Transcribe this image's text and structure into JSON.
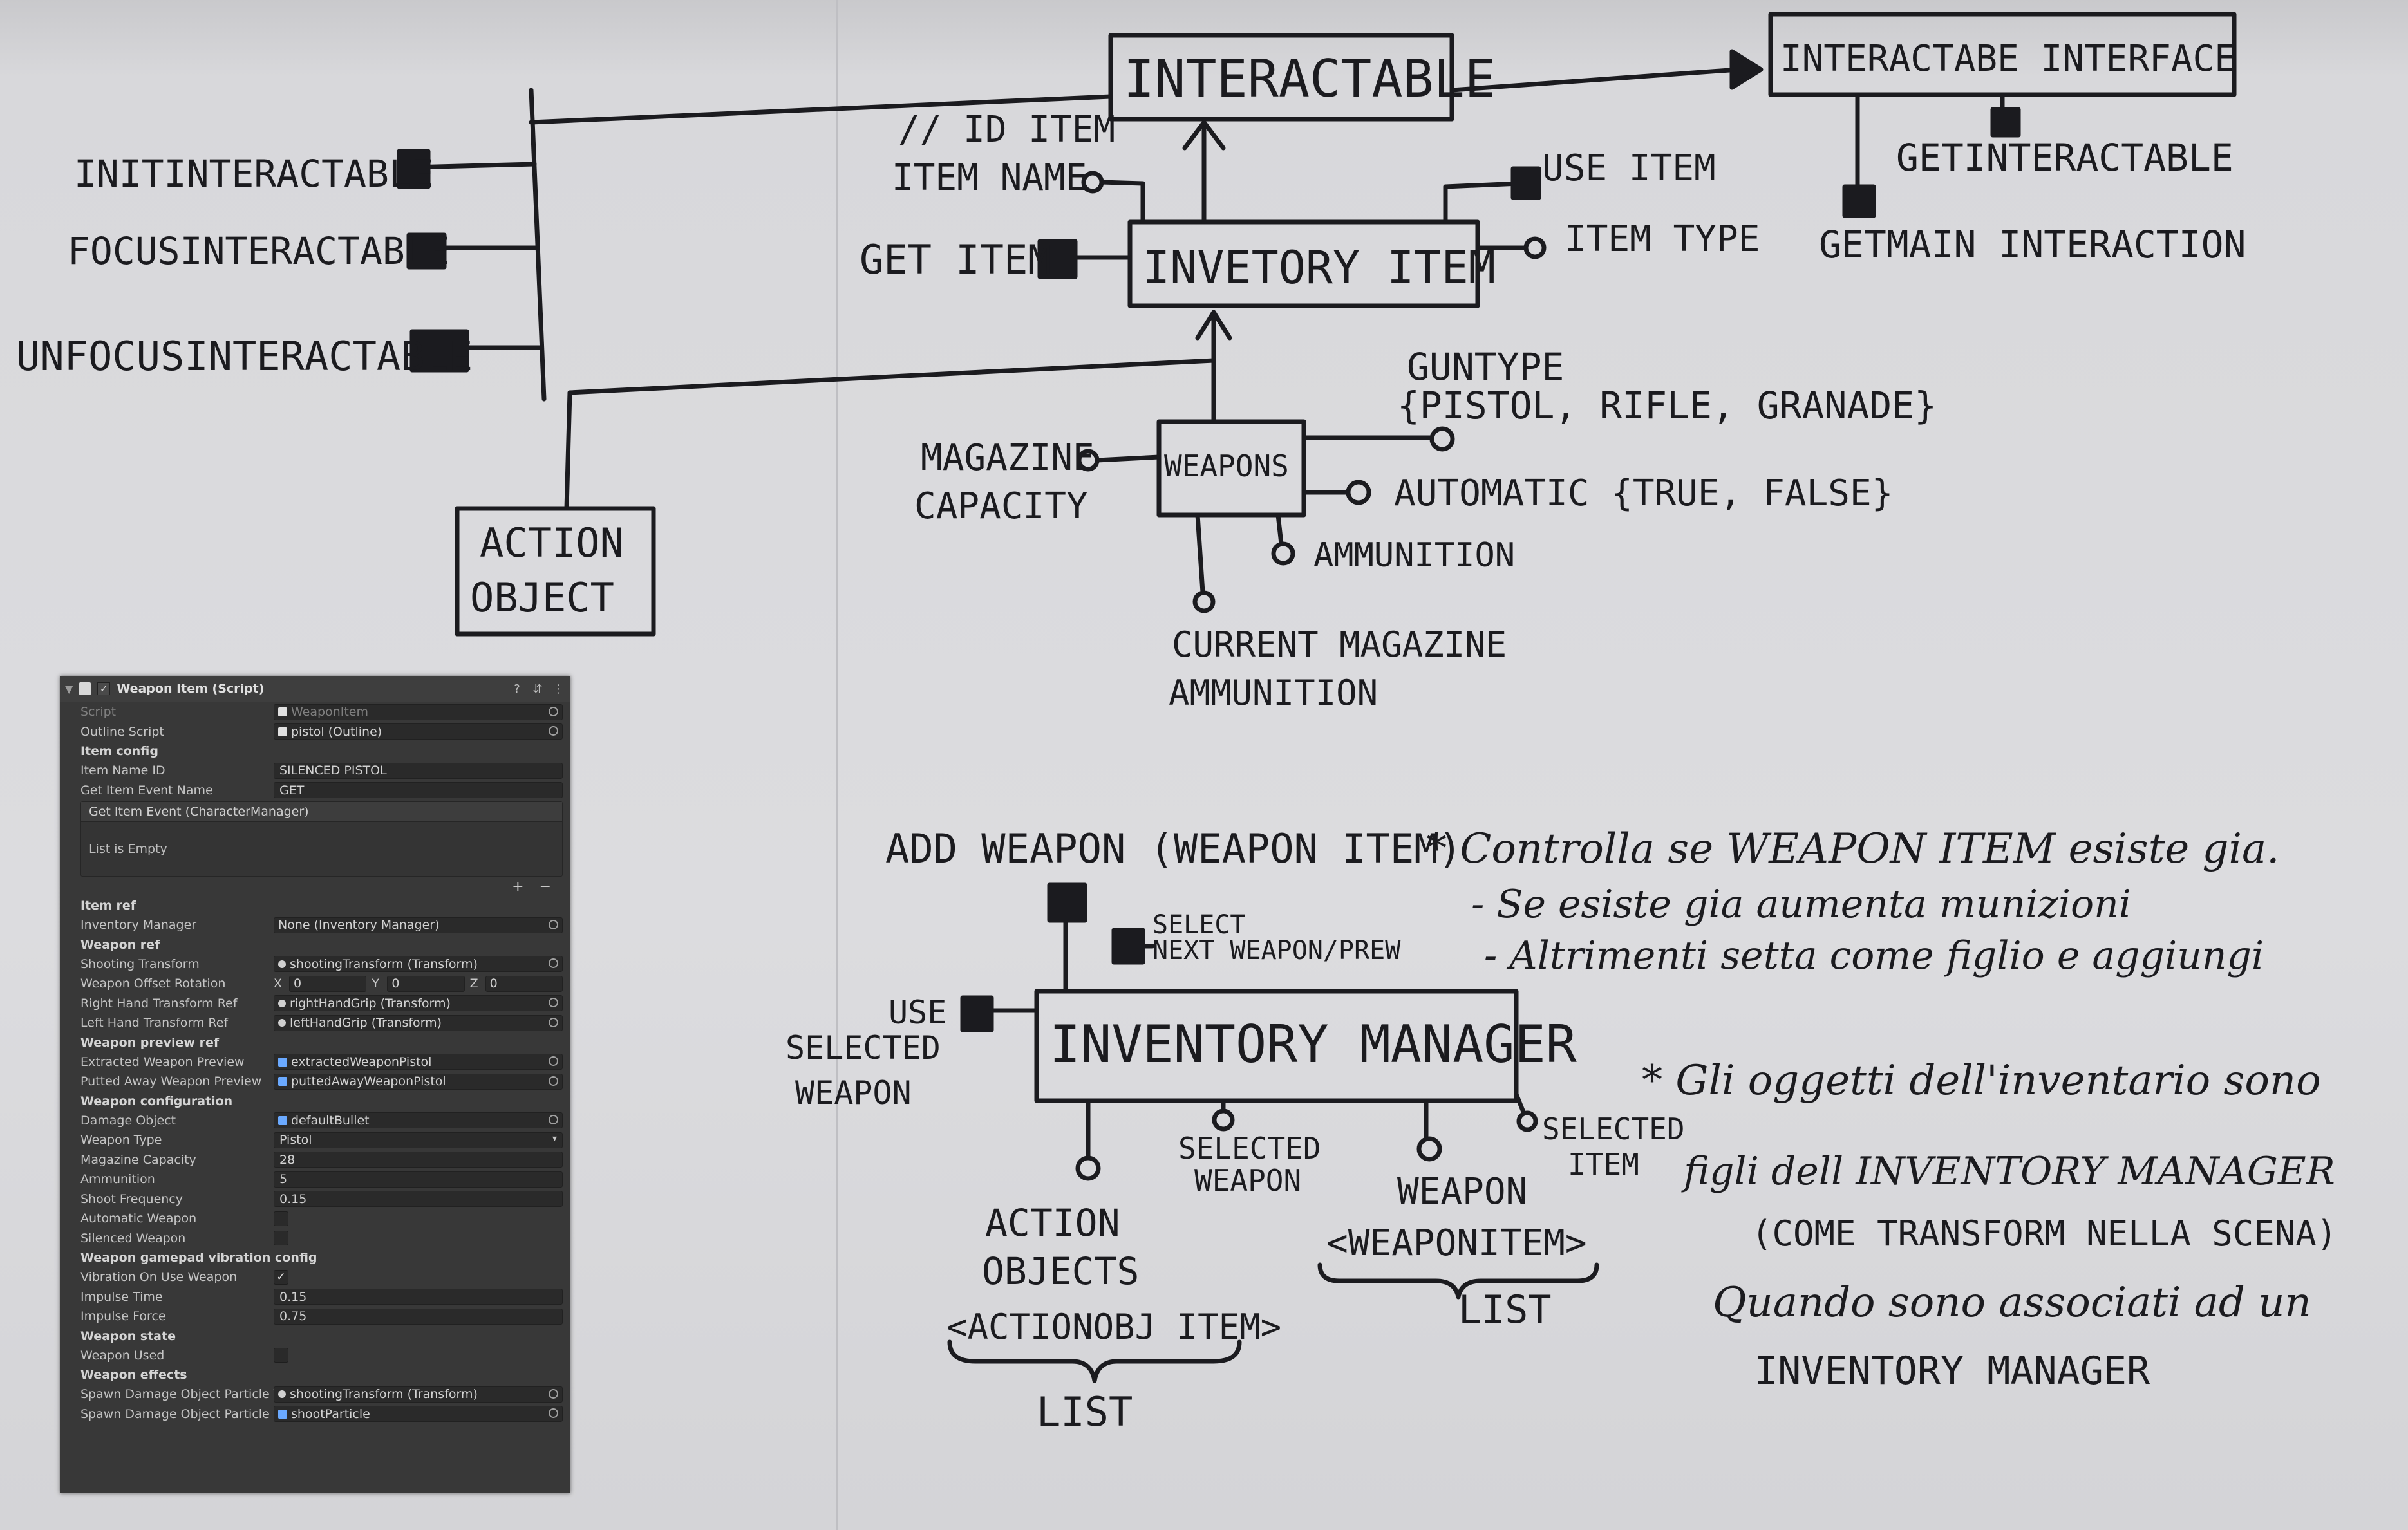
{
  "sketch": {
    "interactable": "INTERACTABLE",
    "interactable_interface": "INTERACTABE INTERFACE",
    "init_interactable": "INITINTERACTABLE",
    "focus_interactable": "FOCUSINTERACTABLE",
    "unfocus_interactable": "UNFOCUSINTERACTABLE",
    "get_interactable": "GETINTERACTABLE",
    "get_main_interaction": "GETMAIN INTERACTION",
    "id_item": "// ID ITEM",
    "item_name": "ITEM NAME",
    "use_item": "USE ITEM",
    "get_item": "GET ITEM",
    "inventory_item": "INVETORY ITEM",
    "item_type": "ITEM TYPE",
    "gun_type": "GUNTYPE",
    "gun_type_values": "{PISTOL, RIFLE, GRANADE}",
    "magazine_capacity_1": "MAGAZINE",
    "magazine_capacity_2": "CAPACITY",
    "weapons": "WEAPONS",
    "automatic": "AUTOMATIC {TRUE, FALSE}",
    "ammunition": "AMMUNITION",
    "action_object_1": "ACTION",
    "action_object_2": "OBJECT",
    "current_mag_1": "CURRENT MAGAZINE",
    "current_mag_2": "AMMUNITION",
    "add_weapon": "ADD WEAPON (WEAPON ITEM)",
    "note_1": "* Controlla se WEAPON    ITEM esiste gia.",
    "note_2": "- Se esiste gia aumenta munizioni",
    "note_3": "- Altrimenti setta come figlio e aggiungi",
    "select_next_1": "SELECT",
    "select_next_2": "NEXT WEAPON/PREW",
    "use_selected_1": "USE",
    "use_selected_2": "SELECTED",
    "use_selected_3": "WEAPON",
    "inventory_manager": "INVENTORY MANAGER",
    "selected_item_1": "SELECTED",
    "selected_item_2": "ITEM",
    "selected_weapon_1": "SELECTED",
    "selected_weapon_2": "WEAPON",
    "weapon_list_1": "WEAPON",
    "weapon_list_2": "<WEAPONITEM>",
    "weapon_list_3": "LIST",
    "action_objects_1": "ACTION",
    "action_objects_2": "OBJECTS",
    "action_objects_3": "<ACTIONOBJ ITEM>",
    "action_objects_4": "LIST",
    "note_4": "* Gli oggetti dell'inventario sono",
    "note_5": "figli dell INVENTORY MANAGER",
    "note_6": "(COME TRANSFORM NELLA SCENA)",
    "note_7": "Quando sono associati ad un",
    "note_8": "INVENTORY MANAGER"
  },
  "inspector": {
    "title": "Weapon Item (Script)",
    "rows": {
      "script": {
        "label": "Script",
        "value": "WeaponItem"
      },
      "outline_script": {
        "label": "Outline Script",
        "value": "pistol (Outline)"
      },
      "item_config": "Item config",
      "item_name_id": {
        "label": "Item Name ID",
        "value": "SILENCED PISTOL"
      },
      "get_item_event_name": {
        "label": "Get Item Event Name",
        "value": "GET"
      },
      "event_header": "Get Item Event (CharacterManager)",
      "event_empty": "List is Empty",
      "event_add": "+",
      "event_remove": "−",
      "item_ref": "Item ref",
      "inventory_manager": {
        "label": "Inventory Manager",
        "value": "None (Inventory Manager)"
      },
      "weapon_ref": "Weapon ref",
      "shooting_transform": {
        "label": "Shooting Transform",
        "value": "shootingTransform (Transform)"
      },
      "weapon_offset_rotation": {
        "label": "Weapon Offset Rotation",
        "x": "0",
        "y": "0",
        "z": "0"
      },
      "right_hand": {
        "label": "Right Hand Transform Ref",
        "value": "rightHandGrip (Transform)"
      },
      "left_hand": {
        "label": "Left Hand Transform Ref",
        "value": "leftHandGrip (Transform)"
      },
      "weapon_preview_ref": "Weapon preview ref",
      "extracted_preview": {
        "label": "Extracted Weapon Preview",
        "value": "extractedWeaponPistol"
      },
      "putted_preview": {
        "label": "Putted Away Weapon Preview",
        "value": "puttedAwayWeaponPistol"
      },
      "weapon_configuration": "Weapon configuration",
      "damage_object": {
        "label": "Damage Object",
        "value": "defaultBullet"
      },
      "weapon_type": {
        "label": "Weapon Type",
        "value": "Pistol"
      },
      "magazine_capacity": {
        "label": "Magazine Capacity",
        "value": "28"
      },
      "ammunition": {
        "label": "Ammunition",
        "value": "5"
      },
      "shoot_frequency": {
        "label": "Shoot Frequency",
        "value": "0.15"
      },
      "automatic_weapon": {
        "label": "Automatic Weapon",
        "checked": false
      },
      "silenced_weapon": {
        "label": "Silenced Weapon",
        "checked": false
      },
      "vibration_config": "Weapon gamepad vibration config",
      "vibration_on_use": {
        "label": "Vibration On Use Weapon",
        "checked": true,
        "mark": "✓"
      },
      "impulse_time": {
        "label": "Impulse Time",
        "value": "0.15"
      },
      "impulse_force": {
        "label": "Impulse Force",
        "value": "0.75"
      },
      "weapon_state": "Weapon state",
      "weapon_used": {
        "label": "Weapon Used",
        "checked": false
      },
      "weapon_effects": "Weapon effects",
      "spawn_transform": {
        "label": "Spawn Damage Object Particle Tra",
        "value": "shootingTransform (Transform)"
      },
      "spawn_particle": {
        "label": "Spawn Damage Object Particle",
        "value": "shootParticle"
      }
    }
  },
  "colors": {
    "paper": "#d9d9dc",
    "ink": "#1b1b1f",
    "panel_bg": "#383838",
    "field_bg": "#2a2a2a"
  }
}
